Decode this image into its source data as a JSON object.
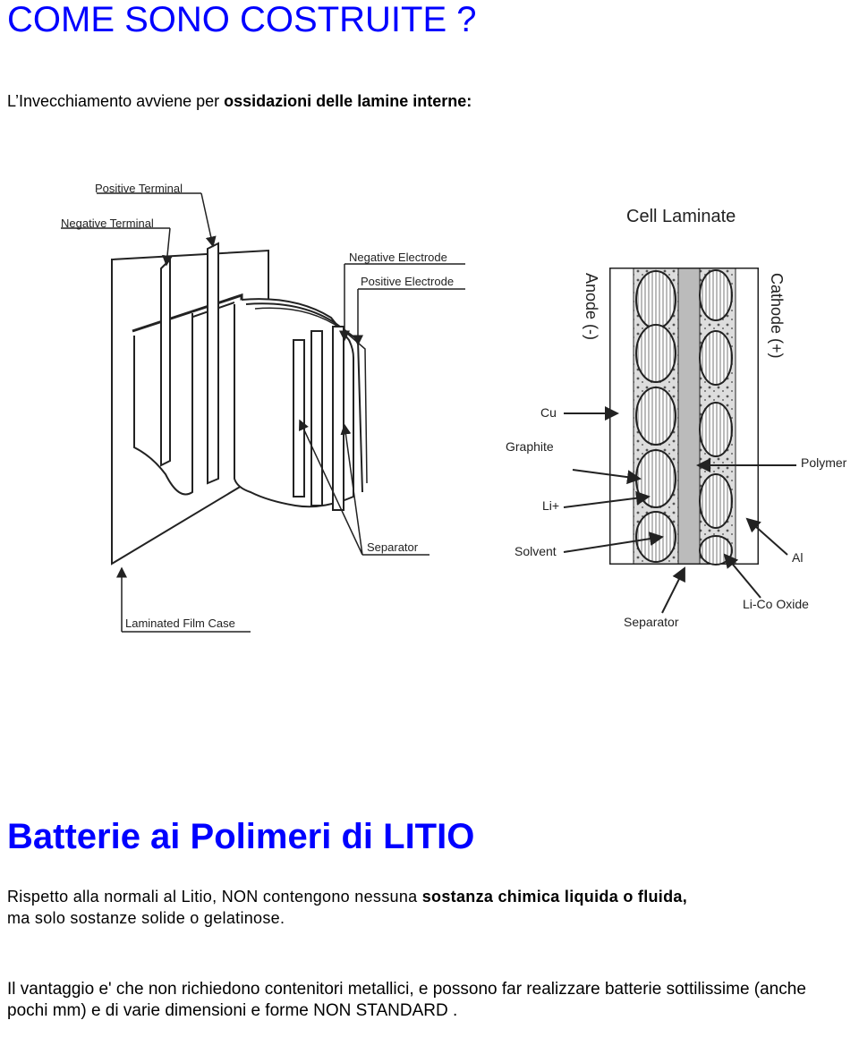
{
  "page": {
    "title": "COME SONO COSTRUITE ?",
    "intro": {
      "normal": "L’Invecchiamento avviene per ",
      "bold": "ossidazioni delle lamine interne:"
    },
    "figure": {
      "left_labels": {
        "positive_terminal": "Positive Terminal",
        "negative_terminal": "Negative Terminal",
        "negative_electrode": "Negative Electrode",
        "positive_electrode": "Positive Electrode",
        "separator": "Separator",
        "laminated_film_case": "Laminated Film Case"
      },
      "right_labels": {
        "cell_laminate": "Cell Laminate",
        "anode": "Anode (-)",
        "cathode": "Cathode (+)",
        "cu": "Cu",
        "graphite": "Graphite",
        "li_plus": "Li+",
        "solvent": "Solvent",
        "polymer": "Polymer",
        "al": "Al",
        "separator": "Separator",
        "li_co_oxide": "Li-Co Oxide"
      }
    },
    "subtitle": "Batterie ai Polimeri di LITIO",
    "para1": {
      "part1": "Rispetto alla normali al Litio, NON contengono nessuna ",
      "bold1": "sostanza  chimica liquida o fluida,",
      "part2": " ma solo sostanze solide o gelatinose."
    },
    "para2": "Il vantaggio e' che non richiedono contenitori metallici, e possono far realizzare batterie sottilissime (anche pochi mm) e di varie dimensioni e forme NON STANDARD ."
  }
}
